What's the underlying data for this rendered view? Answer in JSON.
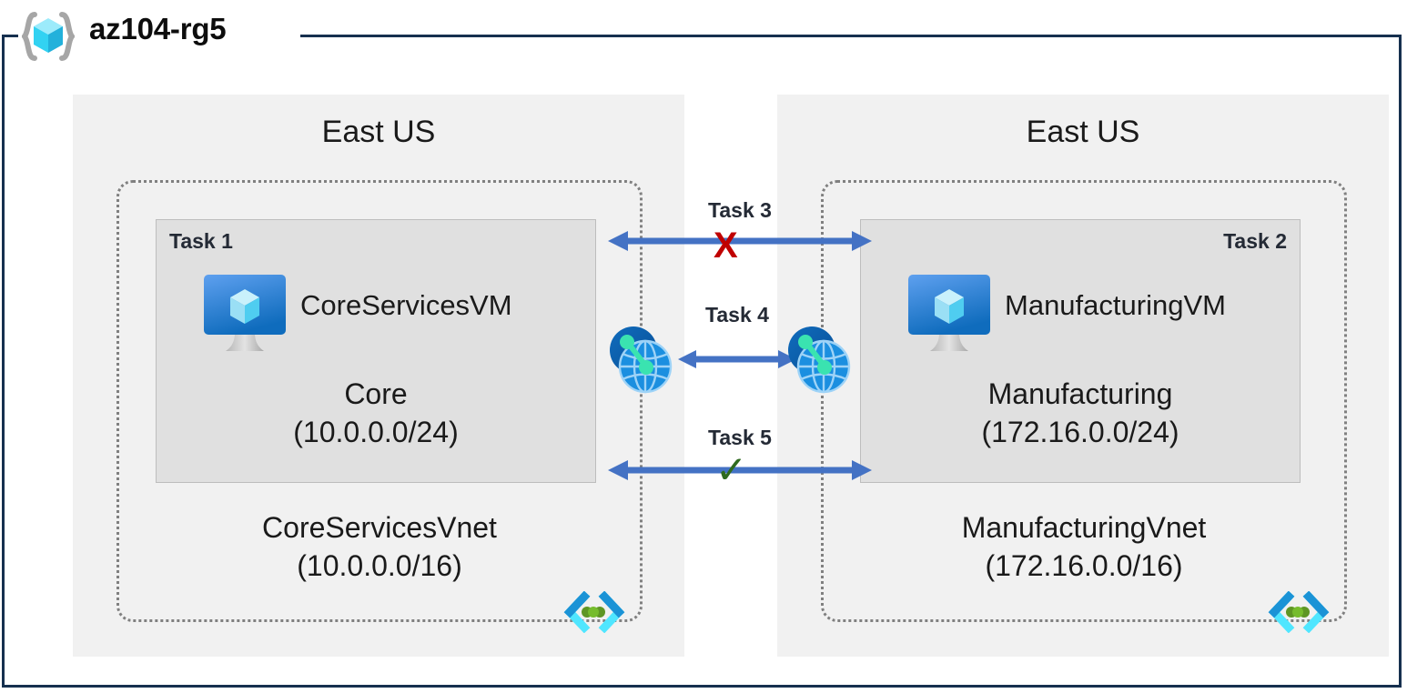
{
  "resource_group": {
    "name": "az104-rg5",
    "icon": "azure-resource-group-icon"
  },
  "regions": [
    {
      "label": "East US",
      "side": "left"
    },
    {
      "label": "East US",
      "side": "right"
    }
  ],
  "vnets": [
    {
      "name": "CoreServicesVnet",
      "cidr": "(10.0.0.0/16)",
      "subnet": {
        "task": "Task 1",
        "task_align": "left",
        "vm_name": "CoreServicesVM",
        "subnet_name": "Core",
        "subnet_cidr": "(10.0.0.0/24)"
      }
    },
    {
      "name": "ManufacturingVnet",
      "cidr": "(172.16.0.0/16)",
      "subnet": {
        "task": "Task 2",
        "task_align": "right",
        "vm_name": "ManufacturingVM",
        "subnet_name": "Manufacturing",
        "subnet_cidr": "(172.16.0.0/24)"
      }
    }
  ],
  "connectors": [
    {
      "label": "Task 3",
      "marker": "x",
      "marker_glyph": "X",
      "style": "wide-double-arrow"
    },
    {
      "label": "Task 4",
      "marker": "none",
      "style": "narrow-double-arrow"
    },
    {
      "label": "Task 5",
      "marker": "check",
      "marker_glyph": "✓",
      "style": "wide-double-arrow"
    }
  ],
  "icons": {
    "vm": "virtual-machine-icon",
    "peering": "vnet-peering-icon",
    "subnet": "subnet-icon"
  },
  "colors": {
    "frame_border": "#16304f",
    "region_panel": "#f1f1f1",
    "vnet_border": "#808080",
    "subnet_fill": "#e0e0e0",
    "arrow_blue": "#4472c4",
    "marker_x_red": "#c00000",
    "marker_check_green": "#2f6b1f",
    "task_label": "#242a35"
  }
}
